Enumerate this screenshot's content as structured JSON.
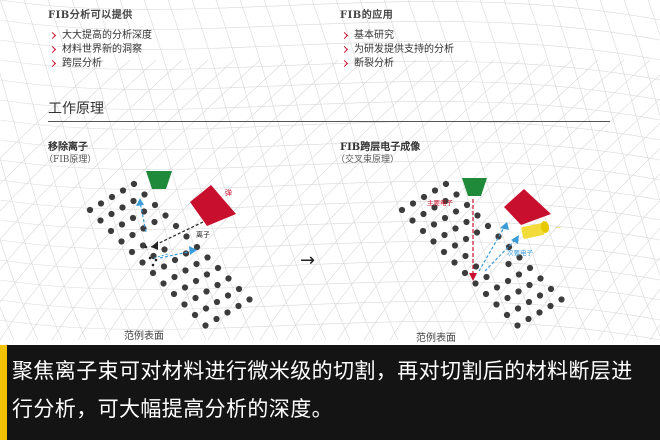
{
  "left_column": {
    "title": "FIB分析可以提供",
    "items": [
      "大大提高的分析深度",
      "材料世界新的洞察",
      "跨层分析"
    ]
  },
  "right_column": {
    "title": "FIB的应用",
    "items": [
      "基本研究",
      "为研发提供支持的分析",
      "断裂分析"
    ]
  },
  "section_title": "工作原理",
  "left_panel": {
    "title": "移除离子",
    "subtitle": "（FIB原理）",
    "ion_label": "离子",
    "side_label": "弹",
    "surface_label": "范例表面"
  },
  "right_panel": {
    "title": "FIB跨层电子成像",
    "subtitle": "（交叉束原理）",
    "primary_label": "主要电子",
    "secondary_label": "次要电子",
    "surface_label": "范例表面"
  },
  "arrow": "→",
  "caption": "聚焦离子束可对材料进行微米级的切割，再对切割后的材料断层进行分析，可大幅提高分析的深度。",
  "colors": {
    "accent_red": "#c8102e",
    "green": "#1f8a3a",
    "blue": "#3a9bd9",
    "yellow": "#f3dc3a",
    "caption_bg": "#141414",
    "caption_accent": "#f2c200"
  }
}
